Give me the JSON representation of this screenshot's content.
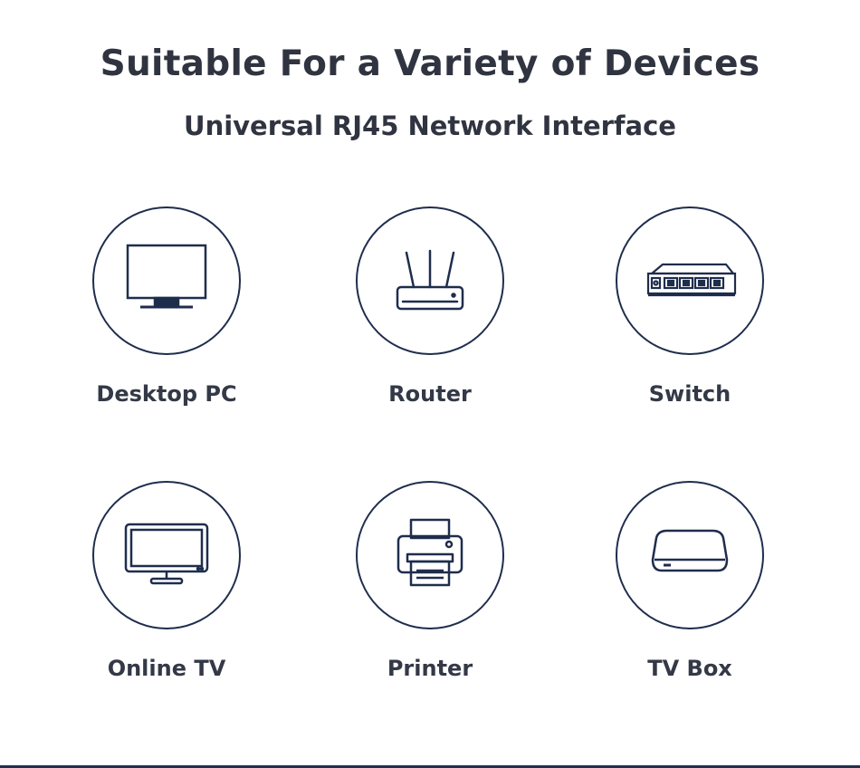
{
  "header": {
    "title": "Suitable For a Variety of Devices",
    "subtitle": "Universal RJ45 Network Interface"
  },
  "devices": [
    {
      "label": "Desktop PC",
      "icon": "desktop-monitor-icon"
    },
    {
      "label": "Router",
      "icon": "router-icon"
    },
    {
      "label": "Switch",
      "icon": "network-switch-icon"
    },
    {
      "label": "Online TV",
      "icon": "tv-icon"
    },
    {
      "label": "Printer",
      "icon": "printer-icon"
    },
    {
      "label": "TV Box",
      "icon": "tv-box-icon"
    }
  ],
  "colors": {
    "icon_stroke": "#1f2d4d",
    "text": "#2f3440",
    "background": "#ffffff"
  }
}
